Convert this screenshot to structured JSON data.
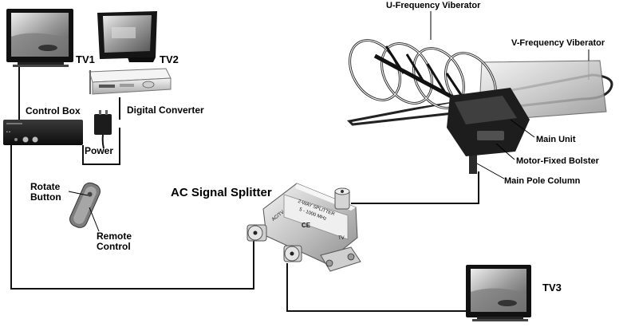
{
  "labels": {
    "tv1": "TV1",
    "tv2": "TV2",
    "tv3": "TV3",
    "digital_converter": "Digital Converter",
    "control_box": "Control Box",
    "power": "Power",
    "rotate_button": "Rotate\nButton",
    "remote_control": "Remote\nControl",
    "ac_signal_splitter": "AC Signal Splitter",
    "u_frequency_vibrator": "U-Frequency Viberator",
    "v_frequency_vibrator": "V-Frequency Viberator",
    "main_unit": "Main Unit",
    "motor_fixed_bolster": "Motor-Fixed Bolster",
    "main_pole_column": "Main Pole Column"
  },
  "splitter_print": {
    "line1": "2-WAY SPLITTER",
    "line2": "5 - 1000 MHz",
    "ce": "CE",
    "ac_tv": "AC/TV",
    "tv": "TV"
  },
  "colors": {
    "cable": "#111111",
    "device_dark": "#1a1a1a",
    "metal": "#c9c9c9"
  }
}
